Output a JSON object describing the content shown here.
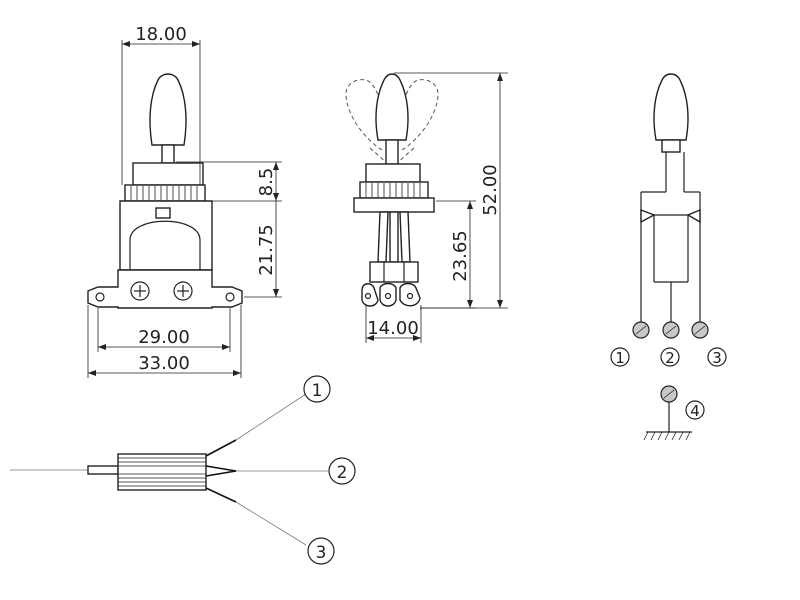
{
  "dimensions": {
    "top_width": "18.00",
    "collar_height": "8.5",
    "bracket_height": "21.75",
    "bracket_inner_width": "29.00",
    "bracket_outer_width": "33.00",
    "total_height": "52.00",
    "side_lower_height": "23.65",
    "side_body_width": "14.00"
  },
  "terminals": {
    "t1": "1",
    "t2": "2",
    "t3": "3",
    "ground": "4"
  }
}
